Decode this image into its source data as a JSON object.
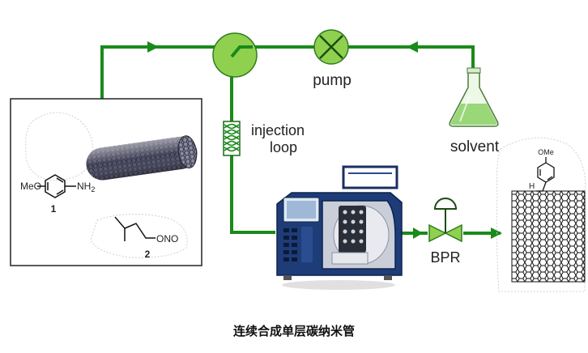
{
  "labels": {
    "pump": "pump",
    "injection": "injection",
    "loop": "loop",
    "solvent": "solvent",
    "bpr": "BPR"
  },
  "compounds": {
    "c1_substituent": "MeO",
    "c1_group": "NH",
    "c1_subscript": "2",
    "c1_number": "1",
    "c2_group": "ONO",
    "c2_number": "2"
  },
  "product": {
    "substituent": "OMe",
    "hydrogen": "H"
  },
  "caption": "连续合成单层碳纳米管",
  "colors": {
    "line_green": "#1a8a1a",
    "valve_green": "#8fd14f",
    "device_blue": "#1e3c78",
    "solvent_green": "#8fd36b"
  }
}
